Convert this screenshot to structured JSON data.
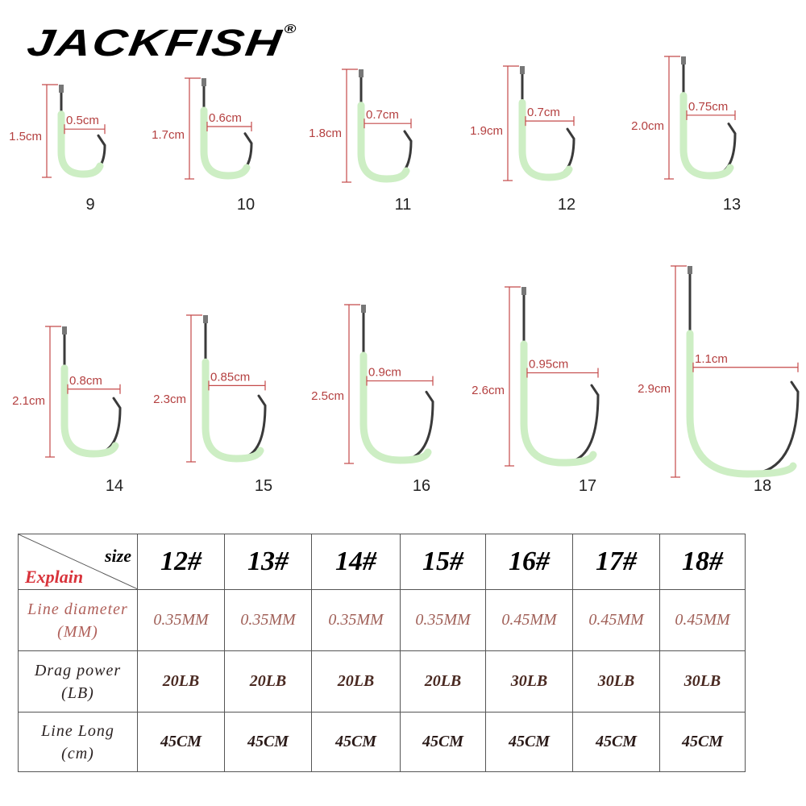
{
  "brand": {
    "name": "JACKFISH",
    "mark": "®"
  },
  "hooks": [
    {
      "number": "9",
      "length": "1.5cm",
      "gap": "0.5cm"
    },
    {
      "number": "10",
      "length": "1.7cm",
      "gap": "0.6cm"
    },
    {
      "number": "11",
      "length": "1.8cm",
      "gap": "0.7cm"
    },
    {
      "number": "12",
      "length": "1.9cm",
      "gap": "0.7cm"
    },
    {
      "number": "13",
      "length": "2.0cm",
      "gap": "0.75cm"
    },
    {
      "number": "14",
      "length": "2.1cm",
      "gap": "0.8cm"
    },
    {
      "number": "15",
      "length": "2.3cm",
      "gap": "0.85cm"
    },
    {
      "number": "16",
      "length": "2.5cm",
      "gap": "0.9cm"
    },
    {
      "number": "17",
      "length": "2.6cm",
      "gap": "0.95cm"
    },
    {
      "number": "18",
      "length": "2.9cm",
      "gap": "1.1cm"
    }
  ],
  "table": {
    "corner_size": "size",
    "corner_explain": "Explain",
    "headers": [
      "12#",
      "13#",
      "14#",
      "15#",
      "16#",
      "17#",
      "18#"
    ],
    "rows": [
      {
        "label_line1": "Line diameter",
        "label_line2": "(MM)",
        "values": [
          "0.35MM",
          "0.35MM",
          "0.35MM",
          "0.35MM",
          "0.45MM",
          "0.45MM",
          "0.45MM"
        ]
      },
      {
        "label_line1": "Drag power",
        "label_line2": "(LB)",
        "values": [
          "20LB",
          "20LB",
          "20LB",
          "20LB",
          "30LB",
          "30LB",
          "30LB"
        ]
      },
      {
        "label_line1": "Line Long",
        "label_line2": "(cm)",
        "values": [
          "45CM",
          "45CM",
          "45CM",
          "45CM",
          "45CM",
          "45CM",
          "45CM"
        ]
      }
    ]
  },
  "colors": {
    "dimension": "#c44a4a",
    "glow": "#cdeec4",
    "steel": "#3a3a3a",
    "explain": "#d8333b"
  }
}
